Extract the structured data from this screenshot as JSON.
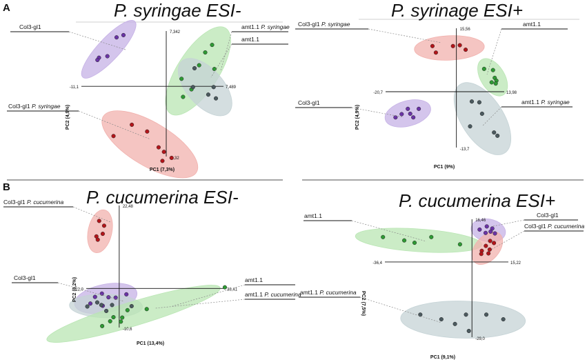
{
  "figure": {
    "panel_labels": [
      "A",
      "B"
    ],
    "colors": {
      "purple_fill": "#c6b2e6",
      "purple_dot": "#6a33a6",
      "green_fill": "#b9e6b3",
      "green_dot": "#2e9a34",
      "red_fill": "#f1b1ad",
      "red_dot": "#b3151a",
      "grey_fill": "#c5d3d6",
      "grey_dot": "#4b5a5f"
    }
  },
  "chart_data": [
    {
      "type": "scatter",
      "title": "P. syringae ESI-",
      "xlabel": "PC1 (7,3%)",
      "ylabel": "PC2 (4,9%)",
      "xlim": [
        -11.1,
        7.489
      ],
      "ylim": [
        -9.32,
        7.342
      ],
      "tick_labels": {
        "x_min": "-11,1",
        "x_max": "7,489",
        "y_min": "-9,32",
        "y_max": "7,342"
      },
      "series": [
        {
          "name": "Col3-gl1",
          "color": "purple",
          "points": [
            [
              -6.5,
              6.5
            ],
            [
              -5.6,
              6.8
            ],
            [
              -8.8,
              3.8
            ],
            [
              -7.7,
              4.0
            ],
            [
              -9.0,
              3.5
            ]
          ]
        },
        {
          "name": "amt1.1",
          "color": "green",
          "points": [
            [
              6.0,
              5.5
            ],
            [
              5.1,
              4.5
            ],
            [
              4.3,
              2.8
            ],
            [
              6.3,
              2.3
            ],
            [
              2.0,
              1.0
            ],
            [
              3.3,
              -0.4
            ],
            [
              2.2,
              -1.4
            ]
          ]
        },
        {
          "name": "amt1.1 P. syringae",
          "color": "grey",
          "points": [
            [
              3.7,
              2.4
            ],
            [
              3.5,
              -0.1
            ],
            [
              6.2,
              -0.1
            ],
            [
              5.5,
              -1.1
            ],
            [
              6.5,
              -1.6
            ]
          ]
        },
        {
          "name": "Col3-gl1 P. syringae",
          "color": "red",
          "points": [
            [
              -6.9,
              -6.6
            ],
            [
              -4.5,
              -5.1
            ],
            [
              -2.5,
              -6.0
            ],
            [
              -1.0,
              -8.1
            ],
            [
              -0.3,
              -8.7
            ],
            [
              0.7,
              -9.5
            ],
            [
              -0.5,
              -9.9
            ]
          ]
        }
      ],
      "ellipses_labels": [
        "Col3-gl1",
        "amt1.1 P. syringae",
        "amt1.1",
        "Col3-gl1 P. syringae"
      ]
    },
    {
      "type": "scatter",
      "title": "P. syrinage ESI+",
      "xlabel": "PC1 (9%)",
      "ylabel": "PC2 (4,9%)",
      "xlim": [
        -20.7,
        13.98
      ],
      "ylim": [
        -13.7,
        15.56
      ],
      "tick_labels": {
        "x_min": "-20,7",
        "x_max": "13,98",
        "y_min": "-13,7",
        "y_max": "15,56"
      },
      "series": [
        {
          "name": "Col3-gl1 P. syringae",
          "color": "red",
          "points": [
            [
              -7.0,
              11.2
            ],
            [
              -1.0,
              11.2
            ],
            [
              1.0,
              11.4
            ],
            [
              2.7,
              10.3
            ],
            [
              -6.0,
              9.6
            ]
          ]
        },
        {
          "name": "amt1.1",
          "color": "green",
          "points": [
            [
              8.1,
              5.6
            ],
            [
              10.7,
              5.3
            ],
            [
              11.2,
              3.4
            ],
            [
              11.7,
              2.7
            ],
            [
              11.5,
              2.0
            ],
            [
              10.3,
              2.3
            ]
          ]
        },
        {
          "name": "Col3-gl1",
          "color": "purple",
          "points": [
            [
              -14.2,
              -4.2
            ],
            [
              -11.0,
              -4.2
            ],
            [
              -16.0,
              -5.5
            ],
            [
              -13.5,
              -5.4
            ],
            [
              -17.8,
              -6.3
            ],
            [
              -12.6,
              -6.3
            ]
          ]
        },
        {
          "name": "amt1.1 P. syringae",
          "color": "grey",
          "points": [
            [
              4.5,
              -2.4
            ],
            [
              6.7,
              -2.6
            ],
            [
              7.5,
              -5.4
            ],
            [
              4.0,
              -8.5
            ],
            [
              11.0,
              -10.0
            ],
            [
              12.0,
              -10.8
            ]
          ]
        }
      ],
      "ellipses_labels": [
        "Col3-gl1 P. syringae",
        "amt1.1",
        "amt1.1 P. syringae",
        "Col3-gl1"
      ]
    },
    {
      "type": "scatter",
      "title": "P. cucumerina ESI-",
      "xlabel": "PC1 (13,4%)",
      "ylabel": "PC2 (8,2%)",
      "xlim": [
        -12.0,
        38.41
      ],
      "ylim": [
        -10.6,
        22.48
      ],
      "tick_labels": {
        "x_min": "-12,0",
        "x_max": "38,41",
        "y_min": "-10,6",
        "y_max": "22,48"
      },
      "series": [
        {
          "name": "Col3-gl1 P. cucumerina",
          "color": "red",
          "points": [
            [
              -7.3,
              18.3
            ],
            [
              -5.5,
              17.0
            ],
            [
              -6.0,
              14.8
            ],
            [
              -8.3,
              14.1
            ],
            [
              -7.8,
              13.2
            ]
          ]
        },
        {
          "name": "Col3-gl1",
          "color": "purple",
          "points": [
            [
              -8.8,
              -2.3
            ],
            [
              -6.3,
              -1.4
            ],
            [
              -3.9,
              -2.4
            ],
            [
              -1.3,
              -2.5
            ],
            [
              2.6,
              -1.6
            ],
            [
              -10.5,
              -4.1
            ],
            [
              -6.0,
              -4.7
            ]
          ]
        },
        {
          "name": "amt1.1 P. cucumerina",
          "color": "grey",
          "points": [
            [
              -11.6,
              -4.9
            ],
            [
              -8.0,
              -3.8
            ],
            [
              -6.5,
              -4.5
            ],
            [
              -2.6,
              -4.5
            ],
            [
              4.5,
              -4.8
            ],
            [
              -4.7,
              -6.1
            ]
          ]
        },
        {
          "name": "amt1.1",
          "color": "green",
          "points": [
            [
              38.4,
              0.3
            ],
            [
              10.0,
              -5.6
            ],
            [
              3.0,
              -5.9
            ],
            [
              -2.1,
              -7.8
            ],
            [
              1.1,
              -7.9
            ],
            [
              0.6,
              -9.0
            ],
            [
              -3.3,
              -8.9
            ],
            [
              -6.2,
              -10.2
            ]
          ]
        }
      ],
      "ellipses_labels": [
        "Col3-gl1 P. cucumerina",
        "Col3-gl1",
        "amt1.1",
        "amt1.1 P. cucumerina"
      ]
    },
    {
      "type": "scatter",
      "title": "P. cucumerina ESI+",
      "xlabel": "PC1 (9,1%)",
      "ylabel": "PC2 (7,5%)",
      "xlim": [
        -36.4,
        15.22
      ],
      "ylim": [
        -29.0,
        16.46
      ],
      "tick_labels": {
        "x_min": "-36,4",
        "x_max": "15,22",
        "y_min": "-29,0",
        "y_max": "16,46"
      },
      "series": [
        {
          "name": "amt1.1",
          "color": "green",
          "points": [
            [
              -37.2,
              9.6
            ],
            [
              -28.3,
              8.3
            ],
            [
              -24.0,
              7.4
            ],
            [
              -17.0,
              9.6
            ],
            [
              -5.0,
              6.8
            ]
          ]
        },
        {
          "name": "Col3-gl1",
          "color": "purple",
          "points": [
            [
              6.2,
              13.7
            ],
            [
              8.5,
              12.9
            ],
            [
              3.2,
              12.5
            ],
            [
              7.8,
              11.7
            ],
            [
              5.7,
              11.2
            ],
            [
              9.6,
              11.0
            ]
          ]
        },
        {
          "name": "Col3-gl1 P. cucumerina",
          "color": "red",
          "points": [
            [
              7.6,
              8.1
            ],
            [
              9.2,
              7.3
            ],
            [
              5.8,
              6.2
            ],
            [
              7.4,
              4.8
            ],
            [
              4.1,
              4.3
            ],
            [
              6.9,
              3.3
            ],
            [
              3.9,
              3.1
            ]
          ]
        },
        {
          "name": "amt1.1 P. cucumerina",
          "color": "grey",
          "points": [
            [
              -21.6,
              -20.3
            ],
            [
              -12.8,
              -22.1
            ],
            [
              -2.5,
              -20.3
            ],
            [
              6.0,
              -20.3
            ],
            [
              13.1,
              -22.1
            ],
            [
              -7.1,
              -23.9
            ],
            [
              -1.3,
              -26.6
            ]
          ]
        }
      ],
      "ellipses_labels": [
        "amt1.1",
        "Col3-gl1",
        "Col3-gl1 P. cucumerina",
        "amt1.1 P. cucumerina"
      ]
    }
  ]
}
